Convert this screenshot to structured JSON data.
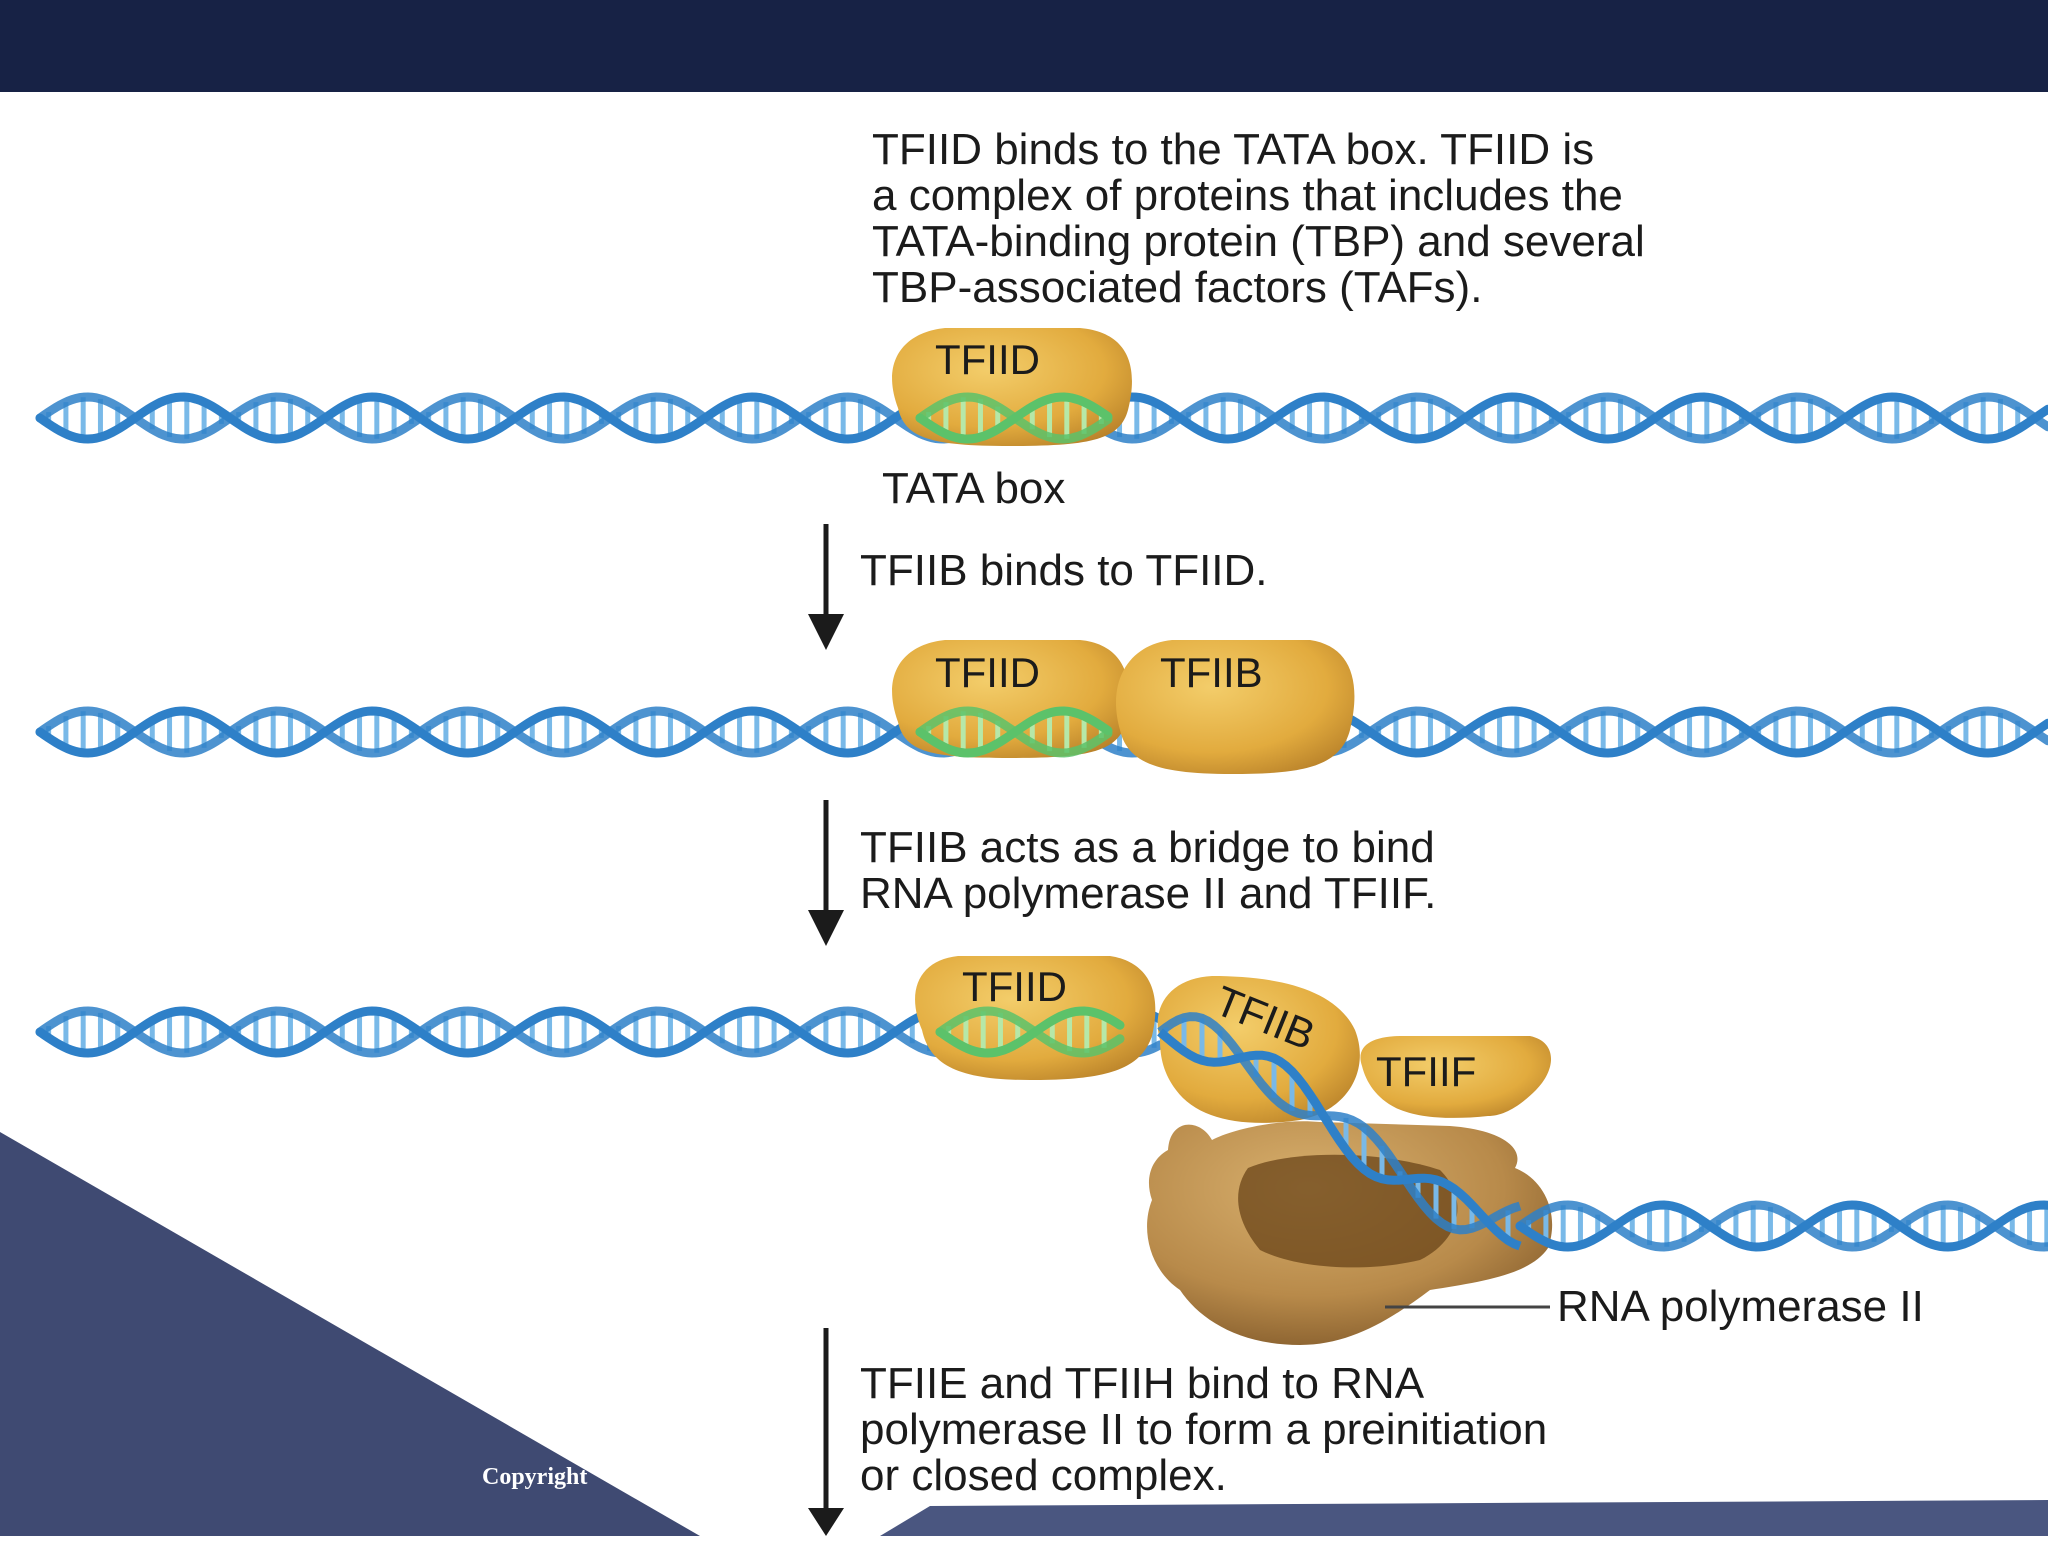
{
  "captions": {
    "step1": "TFIID binds to the TATA box. TFIID is\na complex of proteins that includes the\nTATA-binding protein (TBP) and several\nTBP-associated factors (TAFs).",
    "step2": "TFIIB binds to TFIID.",
    "step3": "TFIIB acts as a bridge to bind\nRNA polymerase II and TFIIF.",
    "step4": "TFIIE and TFIIH bind to RNA\npolymerase II to form a preinitiation\nor closed complex."
  },
  "labels": {
    "tata_box": "TATA box",
    "rna_polymerase": "RNA polymerase II",
    "tfiid": "TFIID",
    "tfiib": "TFIIB",
    "tfiif": "TFIIF"
  },
  "footer": {
    "copyright": "Copyright"
  },
  "colors": {
    "slide_navy": "#172245",
    "slide_slate": "#3f4a72",
    "dna_blue": "#2e80c8",
    "dna_blue_light": "#79b9e8",
    "tata_green": "#5cc26a",
    "protein_gold": "#e2ab3e",
    "polymerase_brown": "#b88a4a",
    "arrow_black": "#1b1b1b"
  },
  "icons": {
    "step_arrow": "arrow-down-icon"
  }
}
